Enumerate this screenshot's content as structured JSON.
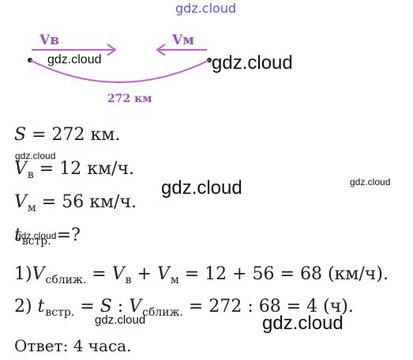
{
  "watermark": "gdz.cloud",
  "diagram": {
    "speed_left": "Vв",
    "speed_right": "Vм",
    "distance": "272 км",
    "line_color": "#c25fd6",
    "arrow_color": "#c25fd6"
  },
  "lines": {
    "s_lhs": "S",
    "s_rhs": " = 272 км.",
    "vv_lhs": "V",
    "vv_sub": "в",
    "vv_rhs": " = 12  км/ч.",
    "vm_lhs": "V",
    "vm_sub": "м",
    "vm_rhs": " = 56  км/ч.",
    "t_lhs": "t",
    "t_sub": "встр.",
    "t_rhs": " =?",
    "step1_num": "1)",
    "step1_v": "V",
    "step1_sub": "сближ.",
    "step1_eq": " = ",
    "step1_v2": "V",
    "step1_sub2": "в",
    "step1_plus": " + ",
    "step1_v3": "V",
    "step1_sub3": "м",
    "step1_rest": " = 12 + 56 = 68 (км/ч).",
    "step2_num": "2) ",
    "step2_t": "t",
    "step2_sub": "встр.",
    "step2_eq": " = ",
    "step2_s": "S",
    "step2_colon": " : ",
    "step2_v": "V",
    "step2_sub2": "сближ.",
    "step2_rest": " = 272 : 68 = 4 (ч).",
    "answer": "Ответ: 4 часа."
  }
}
